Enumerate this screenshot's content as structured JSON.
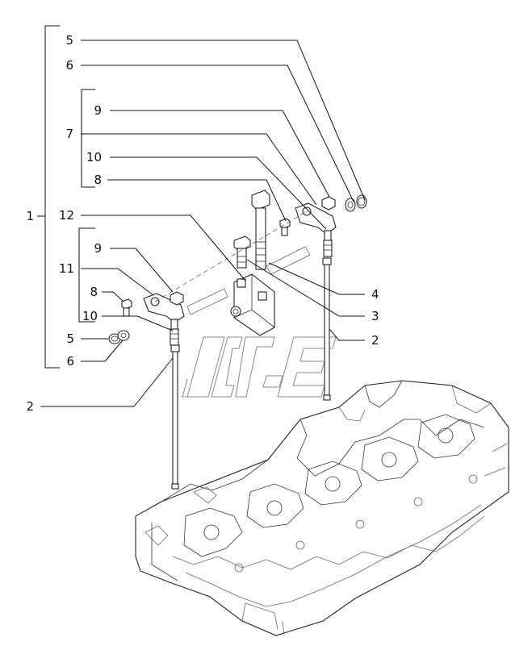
{
  "callouts": [
    {
      "id": "c5a",
      "text": "5"
    },
    {
      "id": "c6a",
      "text": "6"
    },
    {
      "id": "c9a",
      "text": "9"
    },
    {
      "id": "c7",
      "text": "7"
    },
    {
      "id": "c10a",
      "text": "10"
    },
    {
      "id": "c8a",
      "text": "8"
    },
    {
      "id": "c1",
      "text": "1"
    },
    {
      "id": "c12",
      "text": "12"
    },
    {
      "id": "c9b",
      "text": "9"
    },
    {
      "id": "c11",
      "text": "11"
    },
    {
      "id": "c8b",
      "text": "8"
    },
    {
      "id": "c10b",
      "text": "10"
    },
    {
      "id": "c5b",
      "text": "5"
    },
    {
      "id": "c6b",
      "text": "6"
    },
    {
      "id": "c2a",
      "text": "2"
    },
    {
      "id": "c4",
      "text": "4"
    },
    {
      "id": "c3",
      "text": "3"
    },
    {
      "id": "c2b",
      "text": "2"
    }
  ]
}
